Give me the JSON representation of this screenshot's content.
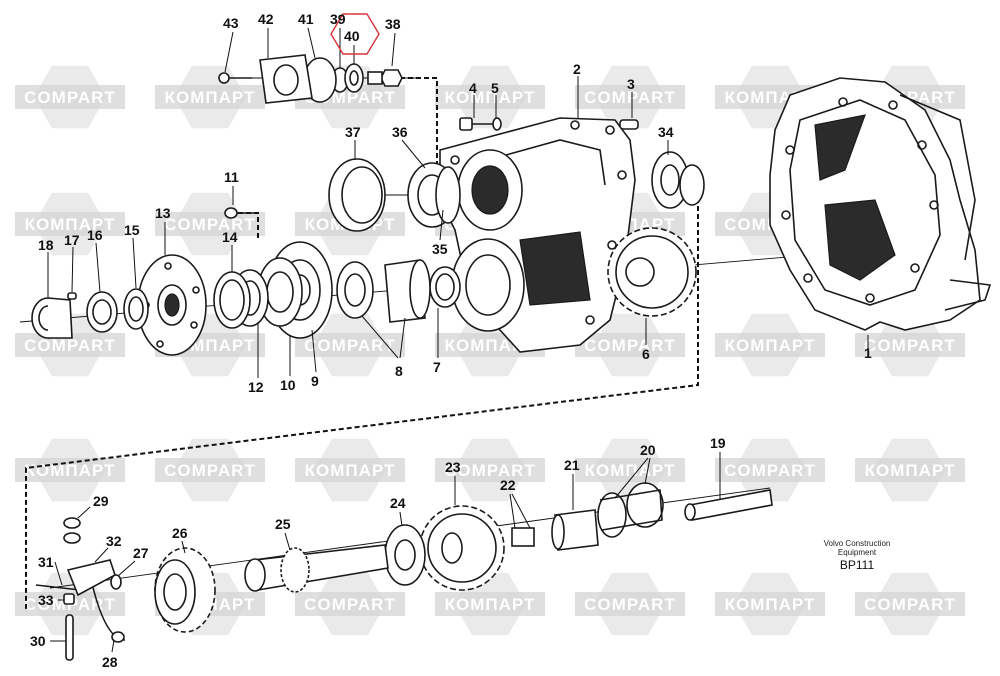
{
  "watermark": {
    "latin": "COMPART",
    "cyrillic": "КОМПАРТ"
  },
  "caption": {
    "line1": "Volvo Construction",
    "line2": "Equipment",
    "code": "BP111"
  },
  "highlight_color": "#d9343a",
  "callouts": {
    "c1": "1",
    "c2": "2",
    "c3": "3",
    "c4": "4",
    "c5": "5",
    "c6": "6",
    "c7": "7",
    "c8": "8",
    "c9": "9",
    "c10": "10",
    "c11": "11",
    "c12": "12",
    "c13": "13",
    "c14": "14",
    "c15": "15",
    "c16": "16",
    "c17": "17",
    "c18": "18",
    "c19": "19",
    "c20": "20",
    "c21": "21",
    "c22": "22",
    "c23": "23",
    "c24": "24",
    "c25": "25",
    "c26": "26",
    "c27": "27",
    "c28": "28",
    "c29": "29",
    "c30": "30",
    "c31": "31",
    "c32": "32",
    "c33": "33",
    "c34": "34",
    "c35": "35",
    "c36": "36",
    "c37": "37",
    "c38": "38",
    "c39": "39",
    "c40": "40",
    "c41": "41",
    "c42": "42",
    "c43": "43"
  }
}
